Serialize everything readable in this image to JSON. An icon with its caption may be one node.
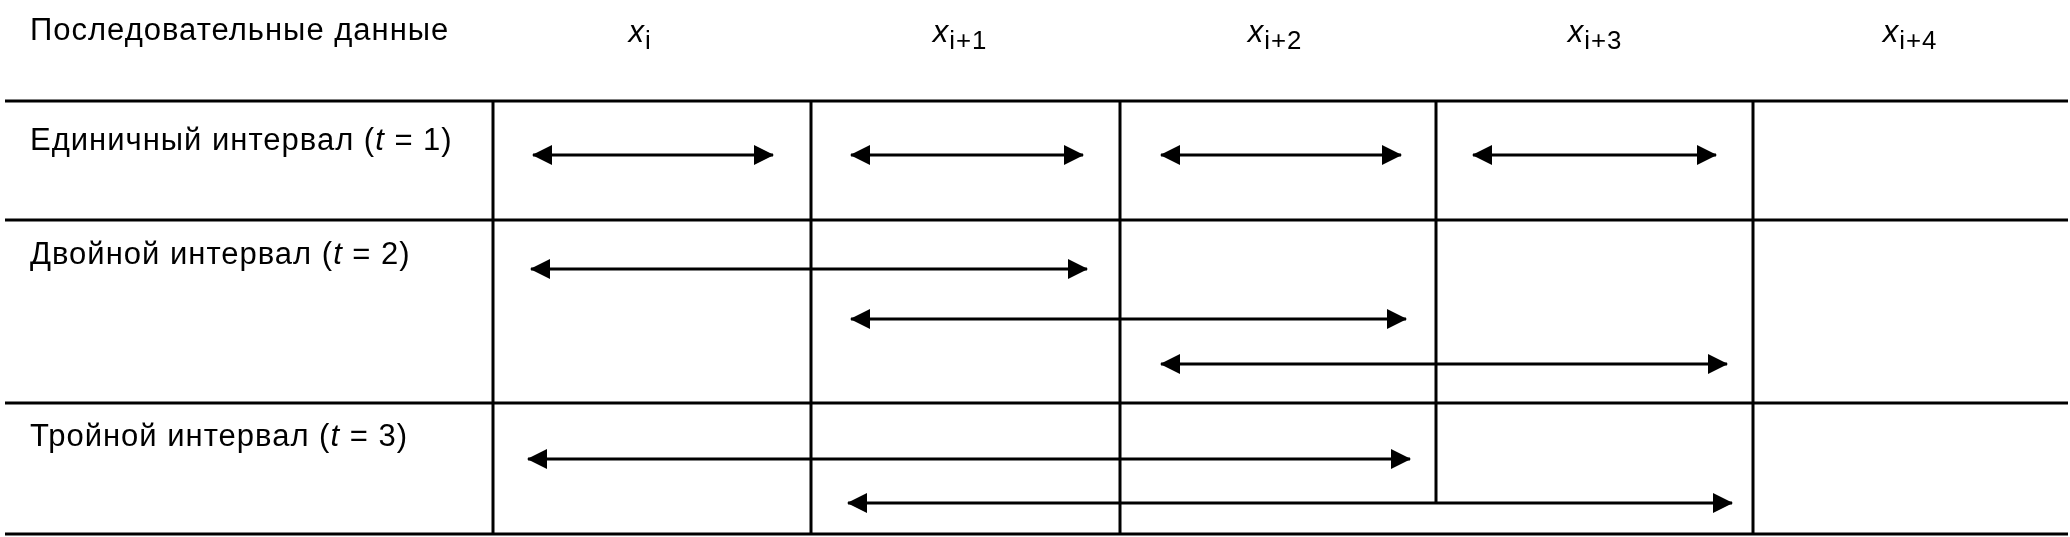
{
  "diagram": {
    "labels": [
      "Последовательные данные",
      "*x*$_{i}$",
      "*x*$_{i+1}$",
      "*x*$_{i+2}$",
      "*x*$_{i+3}$",
      "*x*$_{i+4}$",
      "Единичный интервал (*t* = 1)",
      "Двойной интервал (*t* = 2)",
      "Тройной интервал (*t* = 3)"
    ]
  }
}
